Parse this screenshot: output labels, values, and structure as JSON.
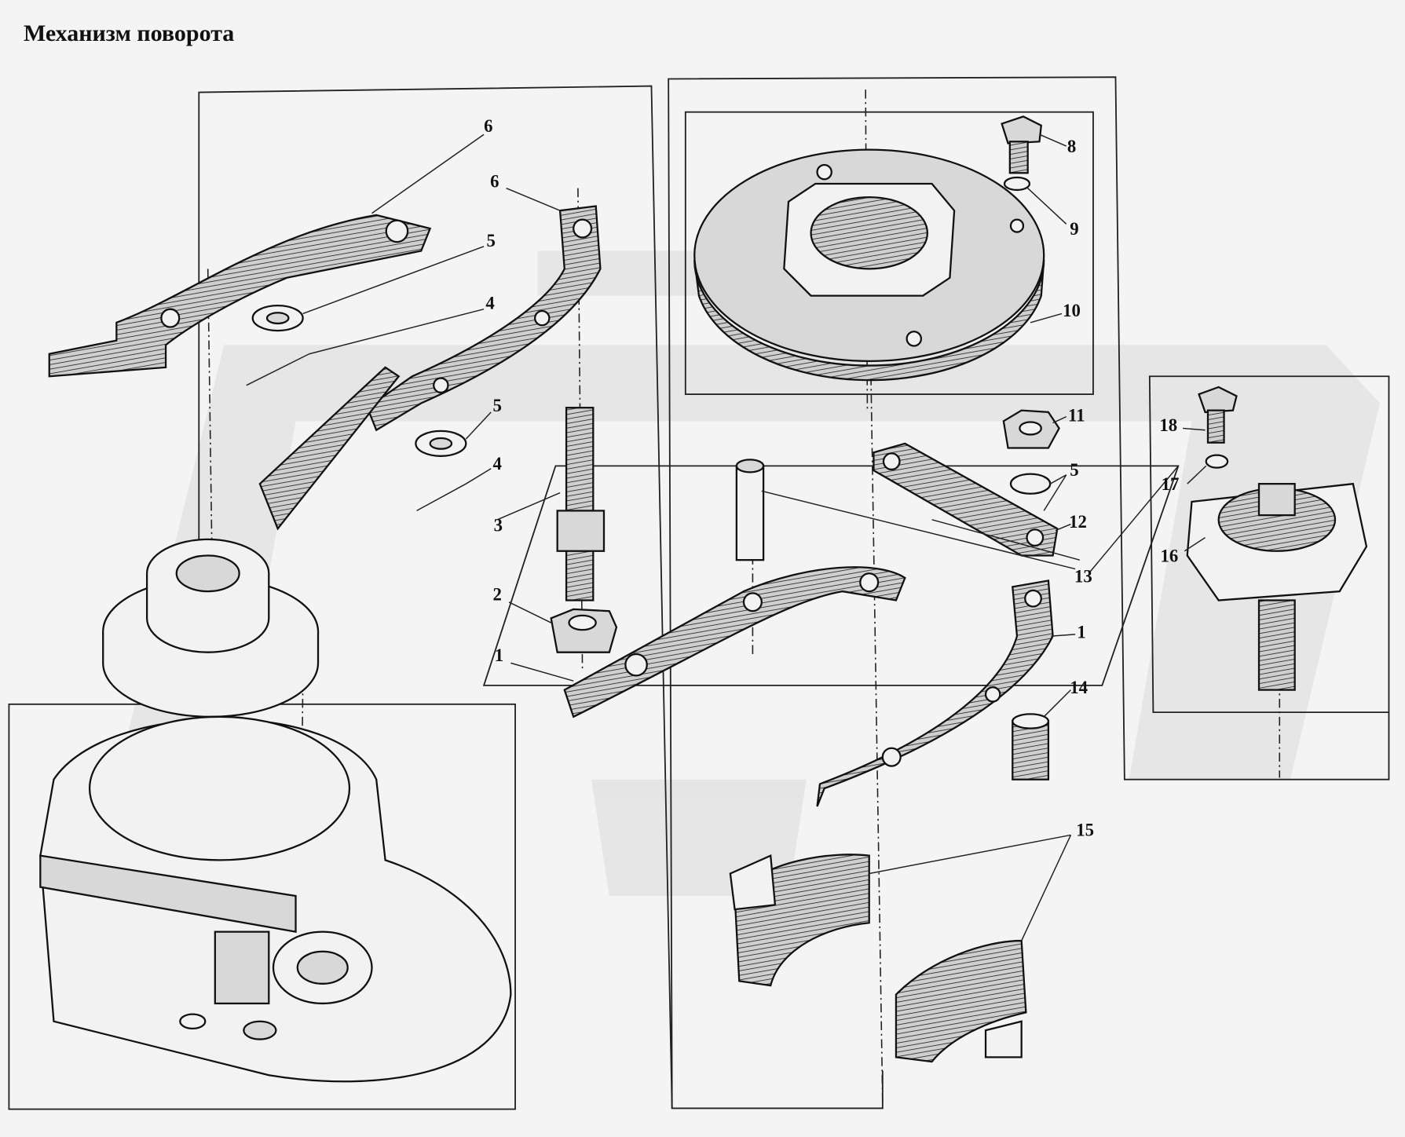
{
  "title": "Механизм поворота",
  "labels": [
    "6",
    "6",
    "5",
    "4",
    "5",
    "4",
    "3",
    "2",
    "1",
    "8",
    "9",
    "10",
    "11",
    "5",
    "12",
    "13",
    "1",
    "14",
    "15",
    "18",
    "17",
    "16"
  ]
}
